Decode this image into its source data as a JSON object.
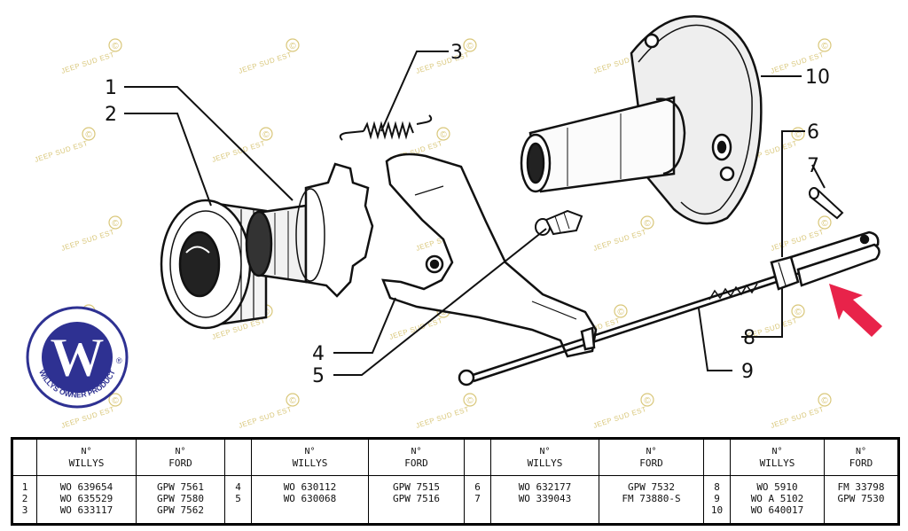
{
  "watermark": {
    "text": "JEEP SUD EST",
    "symbol": "©"
  },
  "logo": {
    "letter": "W",
    "ring_text": "WILLYS OWNER PRODUCT",
    "registered": "®"
  },
  "callouts": [
    "1",
    "2",
    "3",
    "4",
    "5",
    "6",
    "7",
    "8",
    "9",
    "10"
  ],
  "colors": {
    "arrow": "#e8234a",
    "logo_blue": "#2e3192",
    "watermark": "#d9c77a"
  },
  "table": {
    "header_no": "N°",
    "header_willys": "WILLYS",
    "header_ford": "FORD",
    "groups": [
      {
        "refs": [
          "1",
          "2",
          "3"
        ],
        "willys": [
          "WO 639654",
          "WO 635529",
          "WO 633117"
        ],
        "ford": [
          "GPW 7561",
          "GPW 7580",
          "GPW 7562"
        ]
      },
      {
        "refs": [
          "4",
          "5"
        ],
        "willys": [
          "WO 630112",
          "WO 630068"
        ],
        "ford": [
          "GPW 7515",
          "GPW 7516"
        ]
      },
      {
        "refs": [
          "6",
          "7"
        ],
        "willys": [
          "WO 632177",
          "WO 339043"
        ],
        "ford": [
          "GPW 7532",
          "FM 73880-S"
        ]
      },
      {
        "refs": [
          "8",
          "9",
          "10"
        ],
        "willys": [
          "WO 5910",
          "WO A 5102",
          "WO 640017"
        ],
        "ford": [
          "FM 33798",
          "GPW 7530"
        ]
      }
    ]
  }
}
